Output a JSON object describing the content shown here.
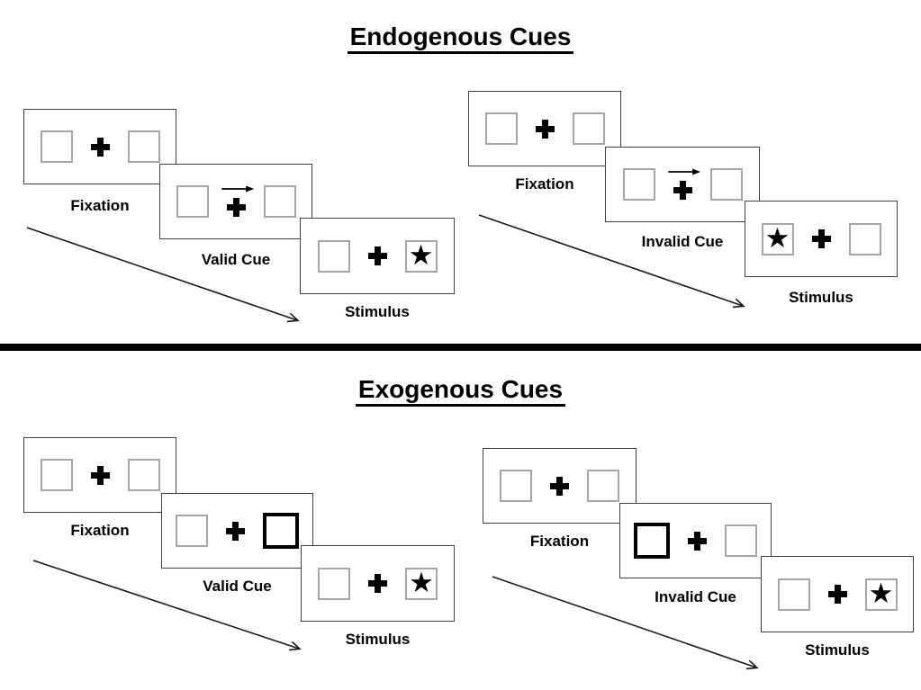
{
  "glyphs": {
    "star": "★"
  },
  "colors": {
    "background": "#ffffff",
    "panel_border": "#404040",
    "box_border": "#a6a6a6",
    "highlight_box_border": "#000000",
    "ink": "#000000"
  },
  "sections": [
    {
      "title": "Endogenous Cues",
      "groups": [
        {
          "trial": "valid",
          "panels": [
            {
              "label": "Fixation",
              "left_box": "empty",
              "right_box": "empty",
              "cue": null
            },
            {
              "label": "Valid Cue",
              "left_box": "empty",
              "right_box": "empty",
              "cue": "arrow-right"
            },
            {
              "label": "Stimulus",
              "left_box": "empty",
              "right_box": "star",
              "cue": null
            }
          ]
        },
        {
          "trial": "invalid",
          "panels": [
            {
              "label": "Fixation",
              "left_box": "empty",
              "right_box": "empty",
              "cue": null
            },
            {
              "label": "Invalid Cue",
              "left_box": "empty",
              "right_box": "empty",
              "cue": "arrow-right"
            },
            {
              "label": "Stimulus",
              "left_box": "star",
              "right_box": "empty",
              "cue": null
            }
          ]
        }
      ]
    },
    {
      "title": "Exogenous Cues",
      "groups": [
        {
          "trial": "valid",
          "panels": [
            {
              "label": "Fixation",
              "left_box": "empty",
              "right_box": "empty",
              "cue": null
            },
            {
              "label": "Valid Cue",
              "left_box": "empty",
              "right_box": "highlighted",
              "cue": "highlight-right"
            },
            {
              "label": "Stimulus",
              "left_box": "empty",
              "right_box": "star",
              "cue": null
            }
          ]
        },
        {
          "trial": "invalid",
          "panels": [
            {
              "label": "Fixation",
              "left_box": "empty",
              "right_box": "empty",
              "cue": null
            },
            {
              "label": "Invalid Cue",
              "left_box": "highlighted",
              "right_box": "empty",
              "cue": "highlight-left"
            },
            {
              "label": "Stimulus",
              "left_box": "empty",
              "right_box": "star",
              "cue": null
            }
          ]
        }
      ]
    }
  ]
}
